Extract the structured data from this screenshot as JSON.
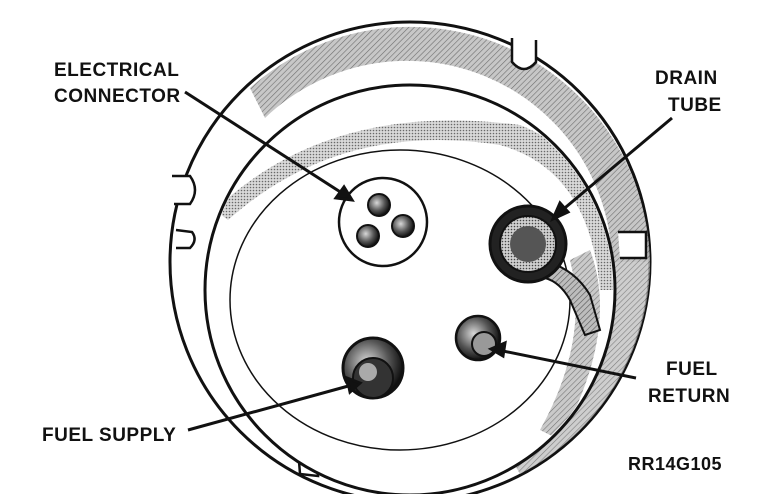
{
  "labels": {
    "electrical_connector": [
      "ELECTRICAL",
      "CONNECTOR"
    ],
    "drain_tube": [
      "DRAIN",
      "TUBE"
    ],
    "fuel_return": [
      "FUEL",
      "RETURN"
    ],
    "fuel_supply": "FUEL SUPPLY",
    "figure_id": "RR14G105"
  },
  "colors": {
    "ink": "#111111",
    "paper": "#ffffff",
    "shade": "#9a9a9a"
  }
}
